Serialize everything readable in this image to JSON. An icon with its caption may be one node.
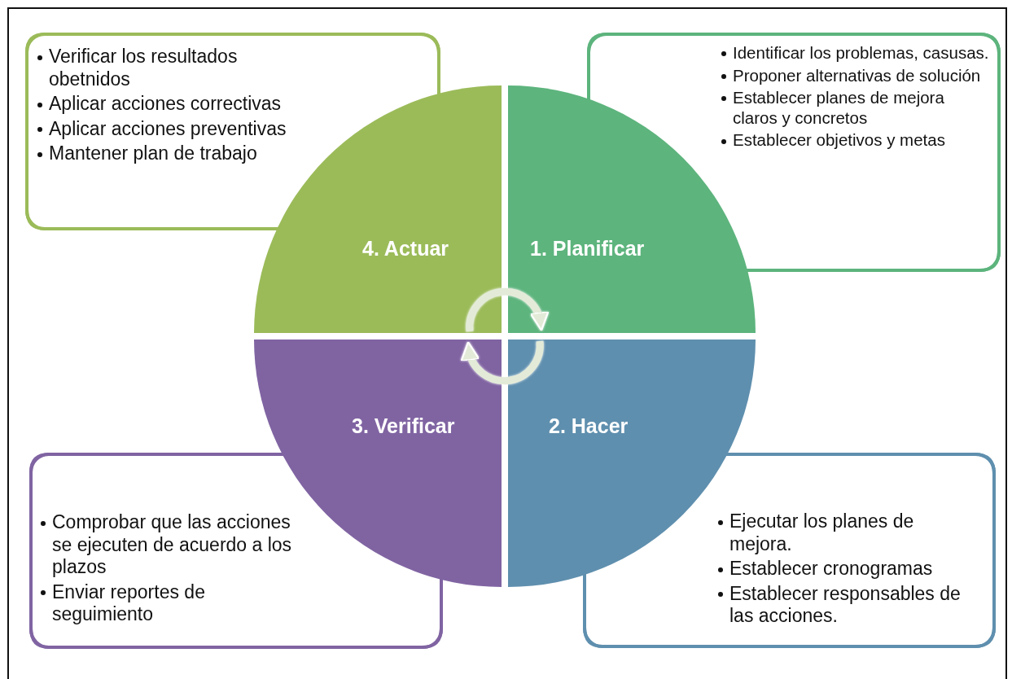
{
  "diagram": {
    "nodes": [
      {
        "text": [
          "Verificar los resultados obetnidos",
          "Aplicar acciones correctivas",
          "Aplicar acciones preventivas",
          "Mantener plan de trabajo"
        ]
      },
      {
        "text": [
          "Identificar los problemas, casusas.",
          "Proponer alternativas de solución",
          "Establecer planes de mejora claros y concretos",
          "Establecer objetivos y metas"
        ]
      },
      {
        "text": [
          "4. Actuar"
        ]
      },
      {
        "text": [
          "1. Planificar"
        ]
      },
      {
        "text": [
          "3. Verificar"
        ]
      },
      {
        "text": [
          "2. Hacer"
        ]
      },
      {
        "text": [
          "Comprobar que las acciones se ejecuten de acuerdo a los plazos",
          "Enviar reportes de seguimiento"
        ]
      },
      {
        "text": [
          "Ejecutar los planes de mejora.",
          "Establecer cronogramas",
          "Establecer responsables de las acciones."
        ]
      }
    ],
    "edges": [
      {
        "from": 2,
        "to": 3,
        "arrow": "to"
      },
      {
        "from": 5,
        "to": 4,
        "arrow": "to"
      }
    ]
  }
}
